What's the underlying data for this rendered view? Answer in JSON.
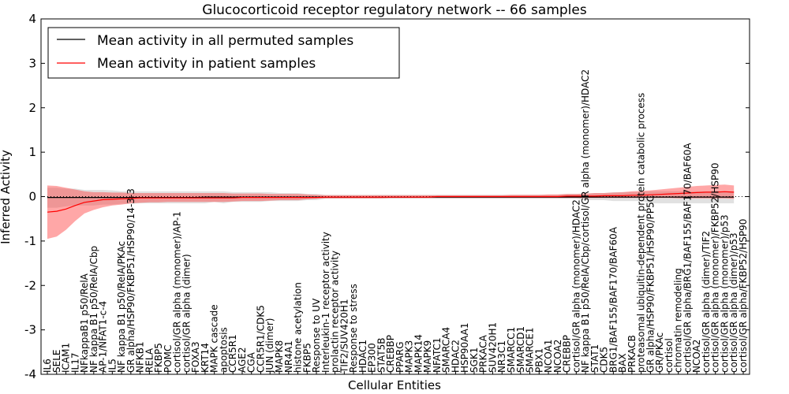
{
  "chart_data": {
    "type": "line",
    "title": "Glucocorticoid receptor regulatory network -- 66 samples",
    "xlabel": "Cellular Entities",
    "ylabel": "Inferred Activity",
    "ylim": [
      -4,
      4
    ],
    "yticks": [
      -4,
      -3,
      -2,
      -1,
      0,
      1,
      2,
      3,
      4
    ],
    "grid": false,
    "legend_position": "top-left",
    "reference_line": {
      "y": 0,
      "style": "dotted"
    },
    "categories": [
      "IL6",
      "SELE",
      "ICAM1",
      "IL17",
      "NFkappaB1 p50/RelA",
      "NF kappa B1 p50/RelA/Cbp",
      "AP-1/NFAT1-c-4",
      "IL5",
      "NF kappa B1 p50/RelA/PKAc",
      "GR alpha/HSP90/FKBP51/HSP90/14-3-3",
      "NFKB1",
      "RELA",
      "FKBP5",
      "POMC",
      "cortisol/GR alpha (monomer)/AP-1",
      "cortisol/GR alpha (dimer)",
      "FOXA3",
      "KRT14",
      "MAPK cascade",
      "apoptosis",
      "CCR5R1",
      "AGE2",
      "CGA",
      "CCR5R1/CDK5",
      "JUN (dimer)",
      "MAPK8",
      "NR4A1",
      "histone acetylation",
      "FKBP5",
      "Response to UV",
      "Interleukin-1 receptor activity",
      "prolactin receptor activity",
      "TIF2/SUV420H1",
      "Response to stress",
      "HDAC1",
      "EP300",
      "STAT5B",
      "CREBBP",
      "PPARG",
      "MAPK3",
      "MAPK14",
      "MAPK9",
      "NFATC1",
      "SMARCA4",
      "HDAC2",
      "HSP90AA1",
      "SGK1",
      "PRKACA",
      "SUV420H1",
      "NR3C1",
      "SMARCC1",
      "SMARCD1",
      "SMARCE1",
      "PBX1",
      "NCOA1",
      "NCOA2",
      "CREBBP",
      "cortisol/GR alpha (monomer)/HDAC2",
      "NF kappa B1 p50/RelA/Cbp/cortisol/GR alpha (monomer)/HDAC2",
      "STAT1",
      "CDK5",
      "BRG1/BAF155/BAF170/BAF60A",
      "BAX",
      "PRKACB",
      "proteasomal ubiquitin-dependent protein catabolic process",
      "GR alpha/HSP90/FKBP51/HSP90/PP5C",
      "GR/PKAc",
      "cortisol",
      "chromatin remodeling",
      "cortisol/GR alpha/BRG1/BAF155/BAF170/BAF60A",
      "NCOA2",
      "cortisol/GR alpha (dimer)/TIF2",
      "cortisol/GR alpha (monomer)/FKBP52/HSP90",
      "cortisol/GR alpha (monomer)/p53",
      "cortisol/GR alpha (dimer)/p53",
      "cortisol/GR alpha/FKBP52/HSP90"
    ],
    "series": [
      {
        "name": "Mean activity in all permuted samples",
        "color": "#000000",
        "values": [
          -0.02,
          -0.02,
          -0.02,
          -0.02,
          -0.02,
          -0.02,
          -0.02,
          -0.02,
          -0.02,
          -0.02,
          -0.02,
          -0.02,
          -0.02,
          -0.02,
          -0.02,
          -0.02,
          -0.02,
          -0.01,
          -0.01,
          -0.01,
          -0.01,
          -0.01,
          -0.01,
          -0.01,
          -0.01,
          -0.01,
          -0.01,
          -0.01,
          -0.01,
          -0.01,
          -0.01,
          -0.01,
          -0.01,
          -0.01,
          -0.01,
          -0.01,
          -0.01,
          -0.01,
          -0.01,
          -0.01,
          -0.01,
          -0.01,
          -0.01,
          -0.01,
          -0.01,
          -0.01,
          -0.01,
          -0.01,
          -0.01,
          -0.01,
          -0.01,
          -0.01,
          -0.01,
          -0.01,
          -0.01,
          -0.01,
          -0.01,
          -0.01,
          -0.01,
          -0.01,
          -0.01,
          -0.01,
          -0.01,
          -0.01,
          -0.01,
          -0.01,
          -0.01,
          -0.01,
          -0.01,
          -0.01,
          -0.01,
          -0.01,
          -0.01,
          -0.01,
          -0.01
        ],
        "band_low": [
          -0.25,
          -0.25,
          -0.22,
          -0.2,
          -0.2,
          -0.2,
          -0.18,
          -0.18,
          -0.16,
          -0.16,
          -0.15,
          -0.15,
          -0.15,
          -0.15,
          -0.15,
          -0.15,
          -0.15,
          -0.15,
          -0.12,
          -0.15,
          -0.12,
          -0.12,
          -0.12,
          -0.12,
          -0.1,
          -0.1,
          -0.1,
          -0.1,
          -0.08,
          -0.08,
          -0.05,
          -0.05,
          -0.05,
          -0.05,
          -0.05,
          -0.05,
          -0.05,
          -0.05,
          -0.05,
          -0.05,
          -0.05,
          -0.05,
          -0.05,
          -0.05,
          -0.05,
          -0.05,
          -0.05,
          -0.05,
          -0.05,
          -0.05,
          -0.05,
          -0.05,
          -0.05,
          -0.05,
          -0.05,
          -0.05,
          -0.05,
          -0.05,
          -0.08,
          -0.08,
          -0.08,
          -0.1,
          -0.1,
          -0.1,
          -0.1,
          -0.15,
          -0.15,
          -0.15,
          -0.15,
          -0.15,
          -0.15,
          -0.15,
          -0.15,
          -0.15,
          -0.15
        ],
        "band_high": [
          0.2,
          0.2,
          0.18,
          0.18,
          0.15,
          0.15,
          0.15,
          0.14,
          0.12,
          0.12,
          0.12,
          0.12,
          0.12,
          0.12,
          0.12,
          0.12,
          0.12,
          0.12,
          0.12,
          0.12,
          0.1,
          0.1,
          0.1,
          0.1,
          0.1,
          0.08,
          0.08,
          0.08,
          0.06,
          0.06,
          0.04,
          0.04,
          0.04,
          0.04,
          0.04,
          0.04,
          0.04,
          0.04,
          0.04,
          0.04,
          0.04,
          0.04,
          0.04,
          0.04,
          0.04,
          0.04,
          0.04,
          0.04,
          0.04,
          0.04,
          0.04,
          0.04,
          0.04,
          0.04,
          0.04,
          0.04,
          0.06,
          0.06,
          0.06,
          0.08,
          0.08,
          0.1,
          0.1,
          0.1,
          0.1,
          0.12,
          0.12,
          0.12,
          0.12,
          0.12,
          0.12,
          0.12,
          0.12,
          0.12,
          0.12
        ]
      },
      {
        "name": "Mean activity in patient samples",
        "color": "#ff0000",
        "values": [
          -0.35,
          -0.33,
          -0.28,
          -0.2,
          -0.13,
          -0.1,
          -0.07,
          -0.06,
          -0.05,
          -0.04,
          -0.03,
          -0.03,
          -0.03,
          -0.03,
          -0.03,
          -0.03,
          -0.03,
          -0.03,
          -0.03,
          -0.03,
          -0.03,
          -0.02,
          -0.02,
          -0.02,
          -0.02,
          -0.02,
          -0.02,
          -0.02,
          -0.02,
          -0.02,
          -0.01,
          -0.01,
          -0.01,
          -0.01,
          -0.01,
          -0.01,
          -0.01,
          -0.01,
          -0.01,
          -0.01,
          -0.01,
          -0.01,
          0,
          0,
          0,
          0,
          0,
          0,
          0,
          0,
          0,
          0,
          0,
          0,
          0,
          0,
          0.01,
          0.01,
          0.01,
          0.01,
          0.02,
          0.02,
          0.02,
          0.03,
          0.03,
          0.04,
          0.05,
          0.06,
          0.07,
          0.08,
          0.09,
          0.1,
          0.1,
          0.11,
          0.1
        ],
        "band_low": [
          -0.95,
          -0.9,
          -0.75,
          -0.55,
          -0.38,
          -0.3,
          -0.24,
          -0.2,
          -0.18,
          -0.15,
          -0.14,
          -0.13,
          -0.13,
          -0.12,
          -0.12,
          -0.12,
          -0.12,
          -0.12,
          -0.12,
          -0.12,
          -0.11,
          -0.1,
          -0.1,
          -0.1,
          -0.09,
          -0.08,
          -0.08,
          -0.08,
          -0.06,
          -0.05,
          -0.04,
          -0.04,
          -0.04,
          -0.04,
          -0.04,
          -0.04,
          -0.04,
          -0.03,
          -0.03,
          -0.03,
          -0.03,
          -0.03,
          -0.03,
          -0.03,
          -0.03,
          -0.03,
          -0.03,
          -0.03,
          -0.03,
          -0.03,
          -0.03,
          -0.03,
          -0.03,
          -0.03,
          -0.03,
          -0.03,
          -0.03,
          -0.03,
          -0.03,
          -0.03,
          -0.03,
          -0.03,
          -0.03,
          -0.03,
          -0.03,
          -0.03,
          -0.03,
          -0.03,
          -0.04,
          -0.04,
          -0.04,
          -0.04,
          -0.04,
          -0.04,
          -0.05
        ],
        "band_high": [
          0.25,
          0.24,
          0.2,
          0.16,
          0.12,
          0.1,
          0.1,
          0.09,
          0.09,
          0.08,
          0.08,
          0.08,
          0.08,
          0.08,
          0.08,
          0.08,
          0.08,
          0.08,
          0.08,
          0.08,
          0.07,
          0.07,
          0.07,
          0.07,
          0.06,
          0.06,
          0.06,
          0.06,
          0.05,
          0.04,
          0.03,
          0.03,
          0.03,
          0.03,
          0.03,
          0.03,
          0.03,
          0.03,
          0.03,
          0.03,
          0.03,
          0.03,
          0.03,
          0.03,
          0.03,
          0.03,
          0.03,
          0.03,
          0.03,
          0.03,
          0.04,
          0.04,
          0.04,
          0.04,
          0.05,
          0.05,
          0.06,
          0.06,
          0.07,
          0.08,
          0.08,
          0.09,
          0.1,
          0.12,
          0.13,
          0.14,
          0.16,
          0.18,
          0.2,
          0.22,
          0.24,
          0.25,
          0.26,
          0.27,
          0.25
        ]
      }
    ]
  }
}
